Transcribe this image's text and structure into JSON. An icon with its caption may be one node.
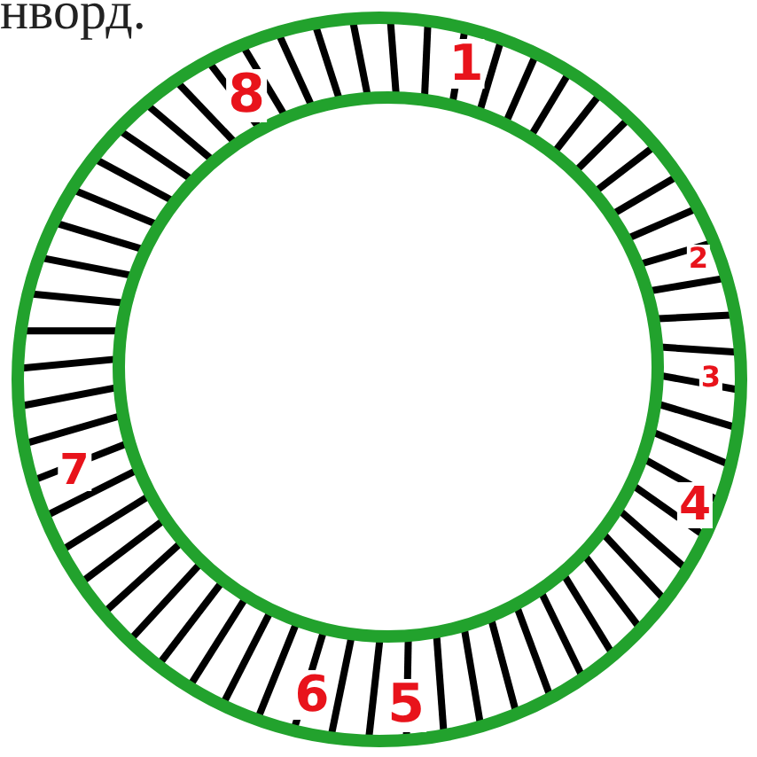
{
  "diagram": {
    "labels": [
      "нворд.",
      "1",
      "2",
      "3",
      "4",
      "5",
      "6",
      "7",
      "8"
    ]
  }
}
